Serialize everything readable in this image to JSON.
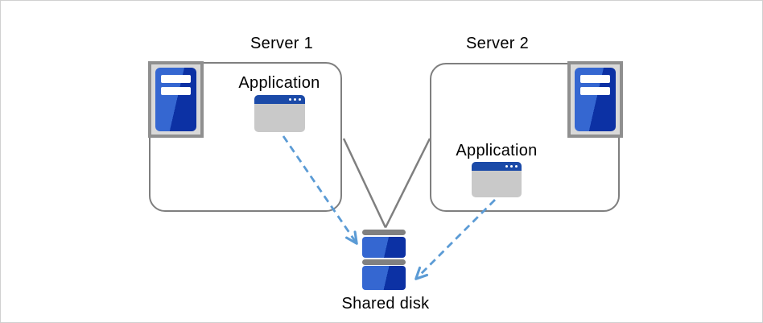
{
  "diagram": {
    "server1": {
      "label": "Server 1",
      "app_label": "Application",
      "icon": "server-tower-icon"
    },
    "server2": {
      "label": "Server 2",
      "app_label": "Application",
      "icon": "server-tower-icon"
    },
    "shared_disk": {
      "label": "Shared disk",
      "icon": "disk-stack-icon"
    },
    "icons": [
      "server-tower-icon",
      "application-window-icon",
      "disk-stack-icon"
    ],
    "connections": [
      {
        "from": "server1",
        "to": "shared_disk",
        "style": "solid-gray-line"
      },
      {
        "from": "server2",
        "to": "shared_disk",
        "style": "solid-gray-line"
      },
      {
        "from": "server1-application",
        "to": "shared_disk",
        "style": "dashed-blue-arrow"
      },
      {
        "from": "server2-application",
        "to": "shared_disk",
        "style": "dashed-blue-arrow"
      }
    ],
    "colors": {
      "arrow_blue": "#5b9bd5",
      "connector_gray": "#7f7f7f",
      "device_blue_light": "#3567d1",
      "device_blue_dark": "#0c31a4",
      "app_titlebar": "#1b4aa8",
      "app_body": "#c9c9c9",
      "icon_plate": "#d9d9d9",
      "icon_plate_border": "#8f8f8f",
      "disk_cap": "#808080",
      "frame_border": "#d0d0d0",
      "label_color": "#000000"
    }
  }
}
